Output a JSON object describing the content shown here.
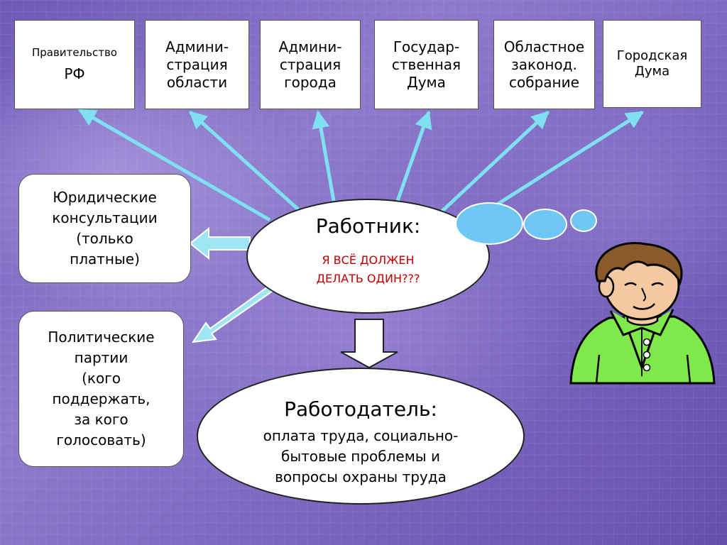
{
  "institutions": [
    {
      "label": "Правительство",
      "label2": "РФ"
    },
    {
      "label": "Админи-\nстрация\nобласти"
    },
    {
      "label": "Админи-\nстрация\nгорода"
    },
    {
      "label": "Государ-\nственная\nДума"
    },
    {
      "label": "Областное\nзаконод.\nсобрание"
    },
    {
      "label": "Городская\nДума"
    }
  ],
  "legal_box": "Юридические\nконсультации\n(только\nплатные)",
  "parties_box": "Политические\nпартии\n(кого\nподдержать,\nза кого\nголосовать)",
  "worker": {
    "title": "Работник:",
    "subtitle": "Я ВСЁ ДОЛЖЕН\nДЕЛАТЬ ОДИН???"
  },
  "employer": {
    "title": "Работодатель:",
    "subtitle": "оплата труда, социально-\nбытовые проблемы и\nвопросы охраны труда"
  },
  "colors": {
    "arrow": "#7ee0f0",
    "bubble": "#6ec8f3",
    "shirt": "#7fe84a",
    "worker_subtitle": "#c00000"
  }
}
